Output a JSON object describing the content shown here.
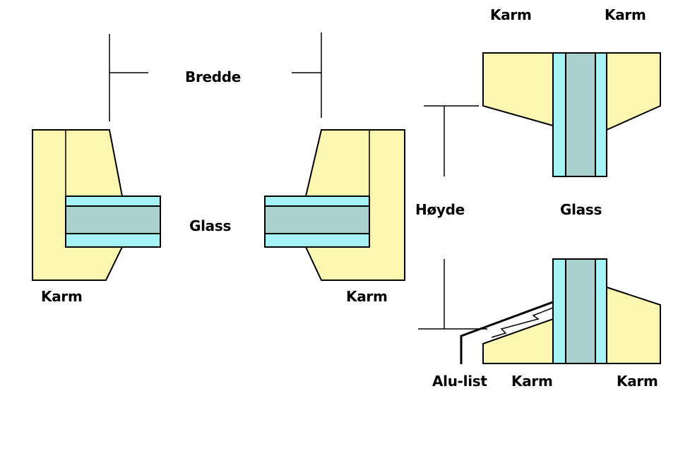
{
  "labels": {
    "width": "Bredde",
    "glass_left": "Glass",
    "frame_left": "Karm",
    "frame_middle": "Karm",
    "frame_top_left": "Karm",
    "frame_top_right": "Karm",
    "height": "Høyde",
    "glass_right": "Glass",
    "alu_strip": "Alu-list",
    "frame_bottom_left": "Karm",
    "frame_bottom_right": "Karm"
  },
  "colors": {
    "frame": "#fbf6b0",
    "glass_pane": "#a6f3f5",
    "glass_core": "#a9d1cd",
    "outline": "#000000",
    "background": "#ffffff"
  }
}
